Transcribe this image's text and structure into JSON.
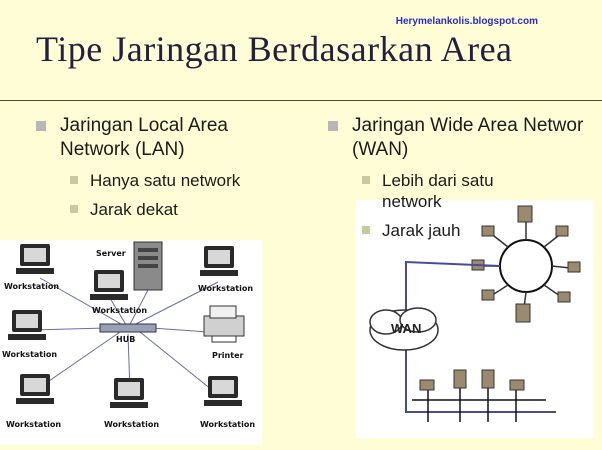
{
  "watermark": "Herymelankolis.blogspot.com",
  "title": "Tipe Jaringan Berdasarkan Area",
  "left": {
    "heading": "Jaringan Local Area Network (LAN)",
    "items": [
      "Hanya satu network",
      "Jarak dekat"
    ]
  },
  "right": {
    "heading": "Jaringan Wide Area Networ (WAN)",
    "items": [
      "Lebih dari satu network",
      "Jarak jauh"
    ]
  },
  "lan_diagram": {
    "labels": {
      "server": "Server",
      "hub": "HUB",
      "printer": "Printer",
      "workstation": "Workstation"
    }
  },
  "wan_diagram": {
    "cloud_label": "WAN"
  }
}
